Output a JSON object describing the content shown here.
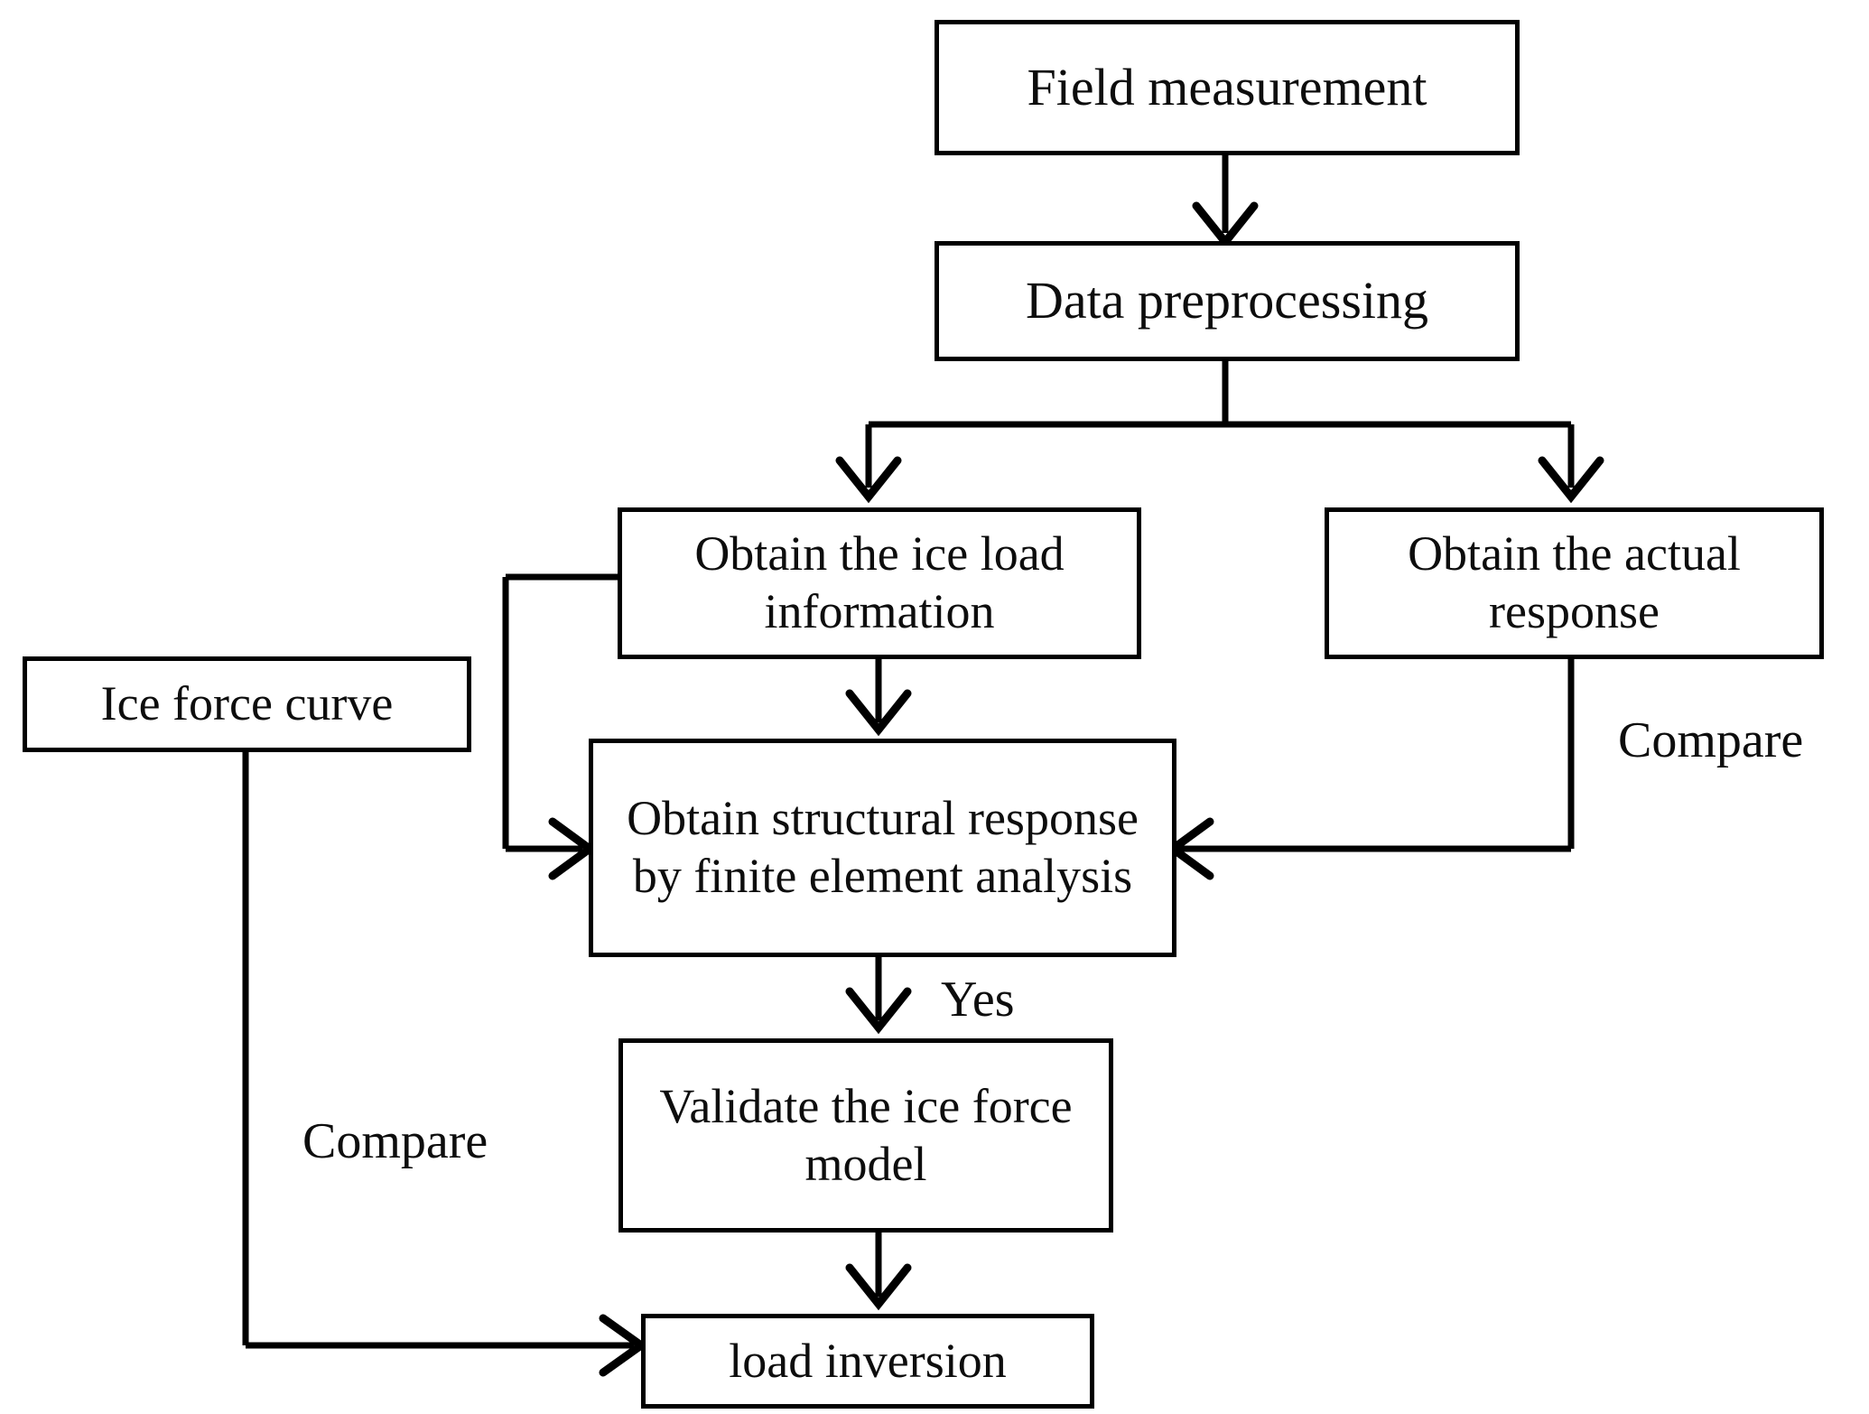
{
  "diagram": {
    "title": "Ice load inversion workflow flowchart",
    "type": "flowchart",
    "background_color": "#ffffff",
    "line_color": "#000000",
    "text_color": "#0d0d0d",
    "nodes": [
      {
        "id": "field_measurement",
        "label": "Field measurement",
        "shape": "rectangle"
      },
      {
        "id": "data_preprocessing",
        "label": "Data preprocessing",
        "shape": "rectangle"
      },
      {
        "id": "ice_load_information",
        "label": "Obtain the ice load information",
        "shape": "rectangle"
      },
      {
        "id": "actual_response",
        "label": "Obtain the actual response",
        "shape": "rectangle"
      },
      {
        "id": "ice_force_curve",
        "label": "Ice force curve",
        "shape": "rectangle"
      },
      {
        "id": "structural_response",
        "label": "Obtain structural response by finite element analysis",
        "shape": "rectangle"
      },
      {
        "id": "validate_model",
        "label": "Validate the ice force model",
        "shape": "rectangle"
      },
      {
        "id": "load_inversion",
        "label": "load inversion",
        "shape": "rectangle"
      }
    ],
    "edge_labels": {
      "compare_right": "Compare",
      "compare_left": "Compare",
      "yes": "Yes"
    },
    "edges": [
      {
        "from": "field_measurement",
        "to": "data_preprocessing",
        "label": ""
      },
      {
        "from": "data_preprocessing",
        "to": "ice_load_information",
        "label": ""
      },
      {
        "from": "data_preprocessing",
        "to": "actual_response",
        "label": ""
      },
      {
        "from": "ice_load_information",
        "to": "structural_response",
        "label": ""
      },
      {
        "from": "ice_load_information",
        "to": "structural_response",
        "label": "",
        "route": "left-loop"
      },
      {
        "from": "actual_response",
        "to": "structural_response",
        "label": "Compare",
        "route": "right-loop"
      },
      {
        "from": "structural_response",
        "to": "validate_model",
        "label": "Yes"
      },
      {
        "from": "validate_model",
        "to": "load_inversion",
        "label": ""
      },
      {
        "from": "ice_force_curve",
        "to": "load_inversion",
        "label": "Compare",
        "route": "left-loop"
      }
    ]
  }
}
